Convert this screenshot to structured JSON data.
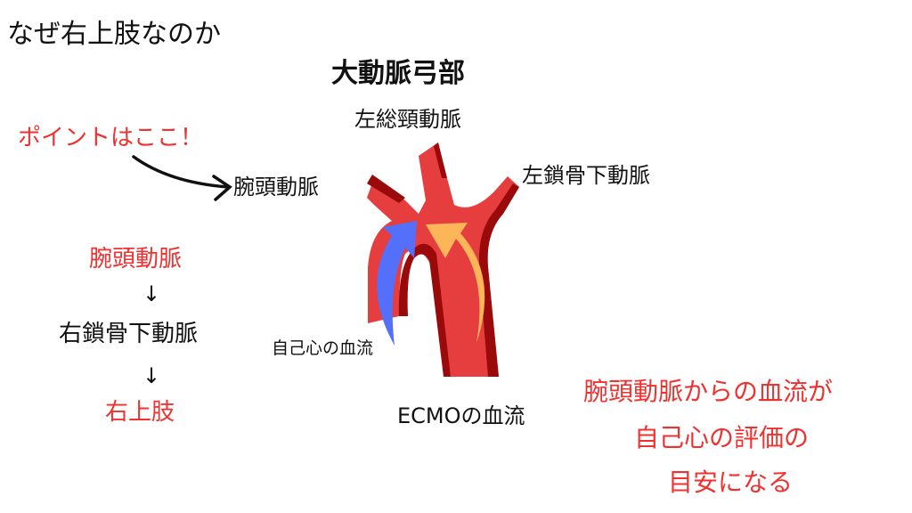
{
  "title": "なぜ右上肢なのか",
  "labels": {
    "aortic_arch": "大動脈弓部",
    "left_common_carotid": "左総頸動脈",
    "point": "ポイントはここ！",
    "brachiocephalic": "腕頭動脈",
    "left_subclavian": "左鎖骨下動脈",
    "native_flow": "自己心の血流",
    "ecmo_flow": "ECMOの血流"
  },
  "pathway": {
    "step1": "腕頭動脈",
    "arrow1": "↓",
    "step2": "右鎖骨下動脈",
    "arrow2": "↓",
    "step3": "右上肢"
  },
  "conclusion": {
    "line1": "腕頭動脈からの血流が",
    "line2": "自己心の評価の",
    "line3": "目安になる"
  },
  "colors": {
    "accent": "#f0312f",
    "aorta": "#e63d3f",
    "aorta_dark": "#9b0a0a",
    "native_arrow": "#5470fb",
    "ecmo_arrow": "#fdb55a"
  }
}
